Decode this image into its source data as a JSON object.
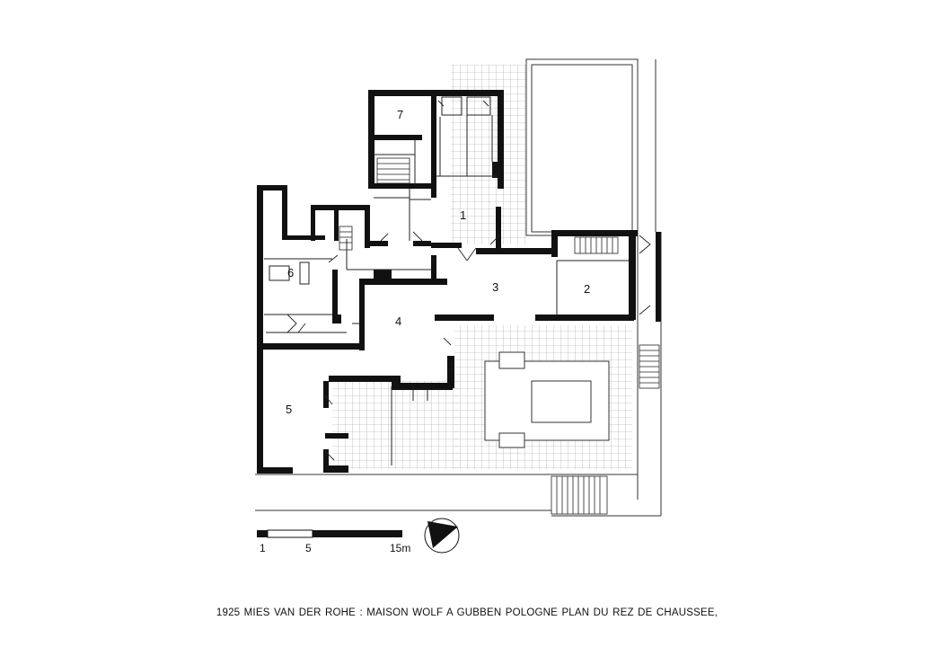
{
  "rooms": [
    {
      "id": "room-1",
      "label": "1"
    },
    {
      "id": "room-2",
      "label": "2"
    },
    {
      "id": "room-3",
      "label": "3"
    },
    {
      "id": "room-4",
      "label": "4"
    },
    {
      "id": "room-5",
      "label": "5"
    },
    {
      "id": "room-6",
      "label": "6"
    },
    {
      "id": "room-7",
      "label": "7"
    }
  ],
  "scale_bar": {
    "mark_1": "1",
    "mark_5": "5",
    "mark_15": "15m"
  },
  "caption": "1925  MIES VAN DER ROHE :  MAISON WOLF A GUBBEN POLOGNE PLAN DU REZ DE CHAUSSEE,",
  "colors": {
    "wall": "#111111",
    "grid": "#9a9a9a",
    "paper": "#ffffff"
  }
}
